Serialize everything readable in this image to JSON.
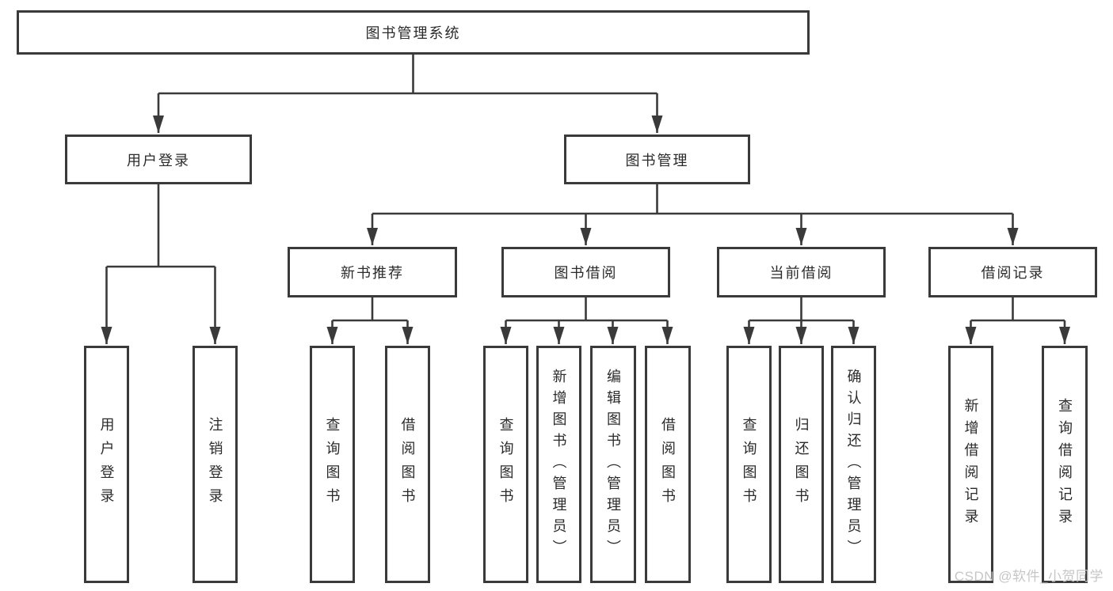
{
  "root": {
    "label": "图书管理系统"
  },
  "branches": [
    {
      "label": "用户登录",
      "leaves": [
        {
          "label": "用户登录"
        },
        {
          "label": "注销登录"
        }
      ]
    },
    {
      "label": "图书管理",
      "sections": [
        {
          "label": "新书推荐",
          "leaves": [
            {
              "label": "查询图书"
            },
            {
              "label": "借阅图书"
            }
          ]
        },
        {
          "label": "图书借阅",
          "leaves": [
            {
              "label": "查询图书"
            },
            {
              "label": "新增图书（管理员）"
            },
            {
              "label": "编辑图书（管理员）"
            },
            {
              "label": "借阅图书"
            }
          ]
        },
        {
          "label": "当前借阅",
          "leaves": [
            {
              "label": "查询图书"
            },
            {
              "label": "归还图书"
            },
            {
              "label": "确认归还（管理员）"
            }
          ]
        },
        {
          "label": "借阅记录",
          "leaves": [
            {
              "label": "新增借阅记录"
            },
            {
              "label": "查询借阅记录"
            }
          ]
        }
      ]
    }
  ],
  "watermark": "CSDN @软件_小贺同学",
  "colors": {
    "line": "#3a3a3a",
    "text": "#2b2b2b",
    "watermark": "#c6c6c6",
    "background": "#ffffff"
  }
}
